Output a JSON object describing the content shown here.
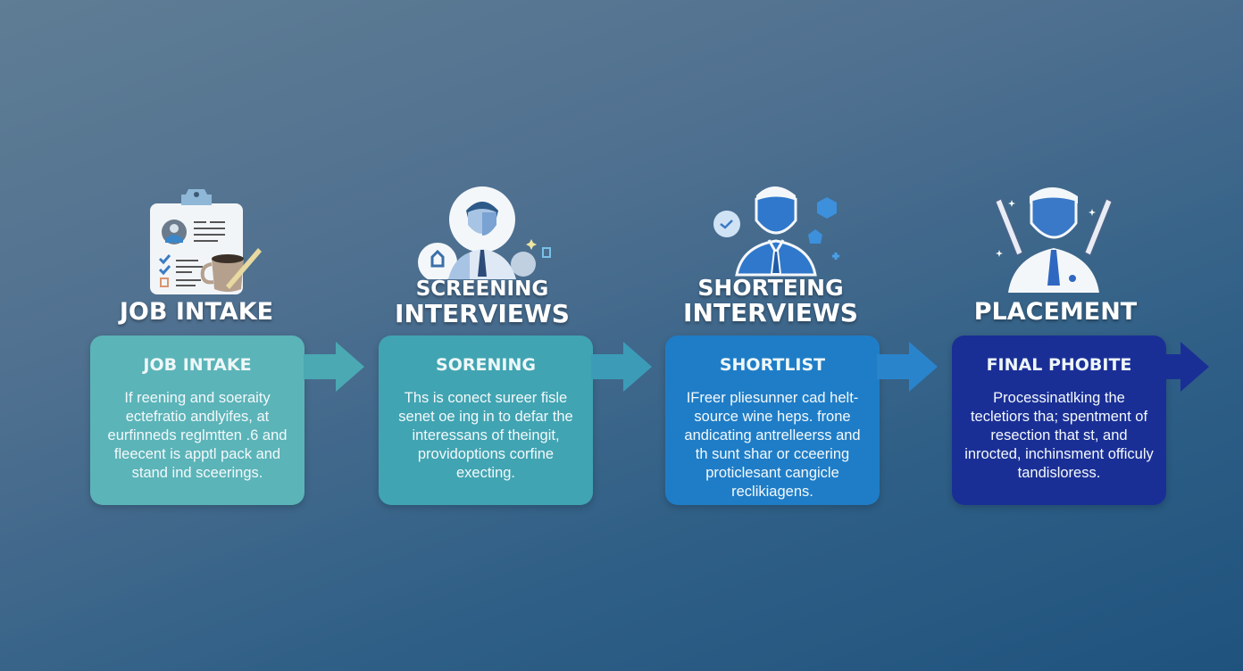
{
  "colors": {
    "background_start": "#5f7d94",
    "background_end": "#1f537e",
    "stage1_card": "#5bb4b8",
    "stage2_card": "#41a4b2",
    "stage3_card": "#1f7dc7",
    "stage4_card": "#1a2f96"
  },
  "stages": [
    {
      "heading_line1": "JOB INTAKE",
      "heading_line2": "",
      "icon": "clipboard-coffee-icon",
      "card_title": "JOB INTAKE",
      "card_body": "If reening and soeraity ectefratio andlyifes, at eurfinneds reglmtten .6 and fleecent is apptl pack and stand ind sceerings."
    },
    {
      "heading_line1": "SCREENING",
      "heading_line2": "INTERVIEWS",
      "icon": "interviewer-avatar-icon",
      "card_title": "SORENING",
      "card_body": "Ths is conect sureer fisle senet oe ing in to defar the interessans of theingit, providoptions corfine execting."
    },
    {
      "heading_line1": "SHORTEING",
      "heading_line2": "INTERVIEWS",
      "icon": "candidate-avatar-icon",
      "card_title": "SHORTLIST",
      "card_body": "IFreer pliesunner cad helt- source wine heps. frone andicating antrelleerss and th sunt shar or cceering proticlesant cangicle reclikiagens."
    },
    {
      "heading_line1": "PLACEMENT",
      "heading_line2": "",
      "icon": "placed-professional-icon",
      "card_title": "FINAL PHOBITE",
      "card_body": "Processinatlking the tecletiors tha; spentment of resection that st, and inrocted, inchinsment officuly tandisloress."
    }
  ]
}
